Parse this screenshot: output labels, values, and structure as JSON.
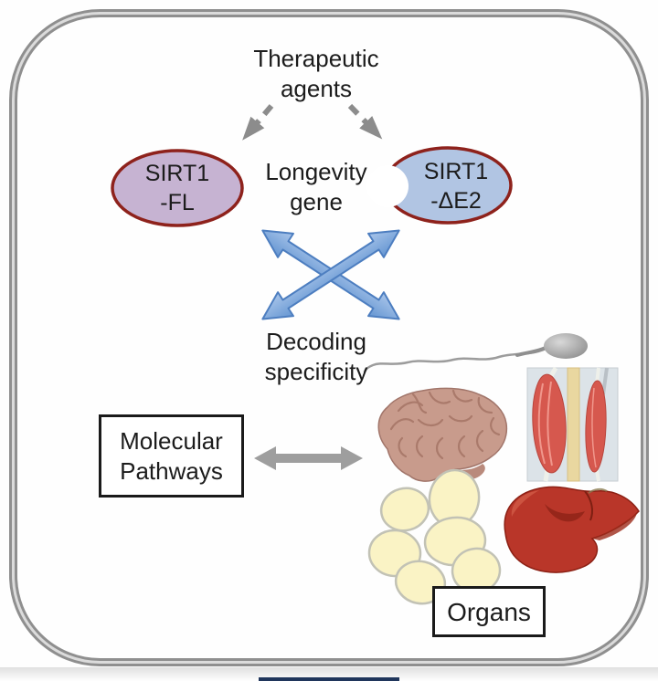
{
  "figure": {
    "therapeutic_agents": {
      "line1": "Therapeutic",
      "line2": "agents"
    },
    "nodes": {
      "sirt1_fl": {
        "line1": "SIRT1",
        "line2": "-FL",
        "fill": "#c6b3d2",
        "border": "#8e221c"
      },
      "sirt1_de2": {
        "line1": "SIRT1",
        "line2": "-ΔE2",
        "fill": "#b1c5e3",
        "border": "#8e221c"
      },
      "longevity_gene": {
        "line1": "Longevity",
        "line2": "gene"
      },
      "decoding_specificity": {
        "line1": "Decoding",
        "line2": "specificity"
      },
      "molecular_pathways": {
        "line1": "Molecular",
        "line2": "Pathways"
      },
      "organs": {
        "label": "Organs"
      }
    },
    "icons": {
      "sperm": "sperm-icon",
      "brain": "brain-icon",
      "muscle": "muscle-icon",
      "fat_cells": "fat-cells-icon",
      "liver": "liver-icon"
    },
    "colors": {
      "frame": "#8f8f8f",
      "dashed_arrow": "#8c8c8c",
      "cross_arrow_stroke": "#4d7ec0",
      "cross_arrow_fill": "#7aa6dc",
      "double_arrow": "#9e9e9e",
      "box_border": "#1a1a1a",
      "text": "#1c1c1c",
      "fat_cell": "#faf3c5",
      "liver": "#b93629",
      "muscle": "#d6584e",
      "brain": "#c89b8c"
    }
  }
}
